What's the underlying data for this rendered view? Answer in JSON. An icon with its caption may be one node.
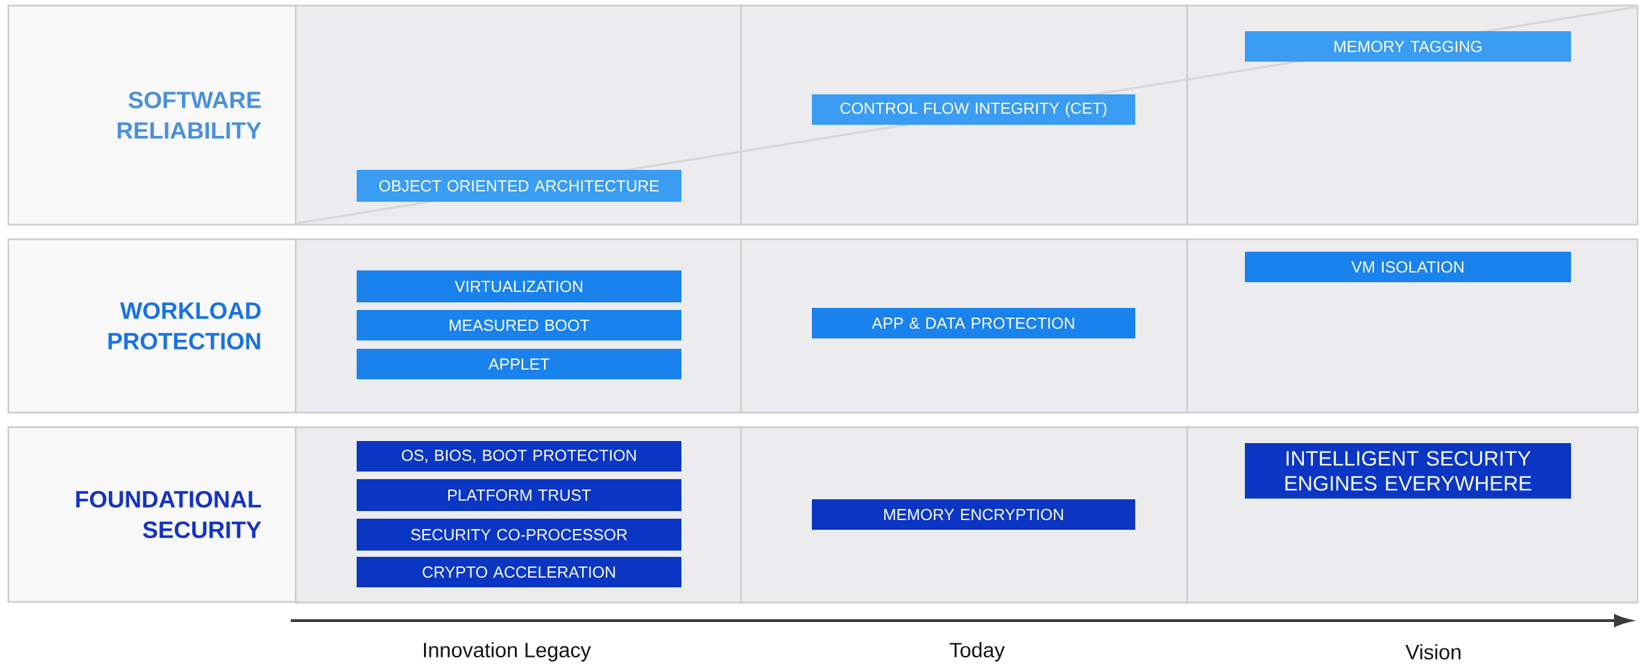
{
  "diagram": {
    "nodes": [
      {
        "text": [
          "SOFTWARE RELIABILITY"
        ]
      },
      {
        "text": [
          "OBJECT ORIENTED ARCHITECTURE"
        ]
      },
      {
        "text": [
          "CONTROL FLOW INTEGRITY (CET)"
        ]
      },
      {
        "text": [
          "MEMORY TAGGING"
        ]
      },
      {
        "text": [
          "WORKLOAD PROTECTION"
        ]
      },
      {
        "text": [
          "VIRTUALIZATION"
        ]
      },
      {
        "text": [
          "MEASURED BOOT"
        ]
      },
      {
        "text": [
          "APPLET"
        ]
      },
      {
        "text": [
          "APP & DATA PROTECTION"
        ]
      },
      {
        "text": [
          "VM ISOLATION"
        ]
      },
      {
        "text": [
          "FOUNDATIONAL SECURITY"
        ]
      },
      {
        "text": [
          "OS, BIOS, BOOT PROTECTION"
        ]
      },
      {
        "text": [
          "PLATFORM TRUST"
        ]
      },
      {
        "text": [
          "SECURITY CO-PROCESSOR"
        ]
      },
      {
        "text": [
          "CRYPTO ACCELERATION"
        ]
      },
      {
        "text": [
          "MEMORY ENCRYPTION"
        ]
      },
      {
        "text": [
          "INTELLIGENT SECURITY ENGINES EVERYWHERE"
        ]
      }
    ],
    "labels": [
      "Innovation Legacy",
      "Today",
      "Vision"
    ]
  }
}
